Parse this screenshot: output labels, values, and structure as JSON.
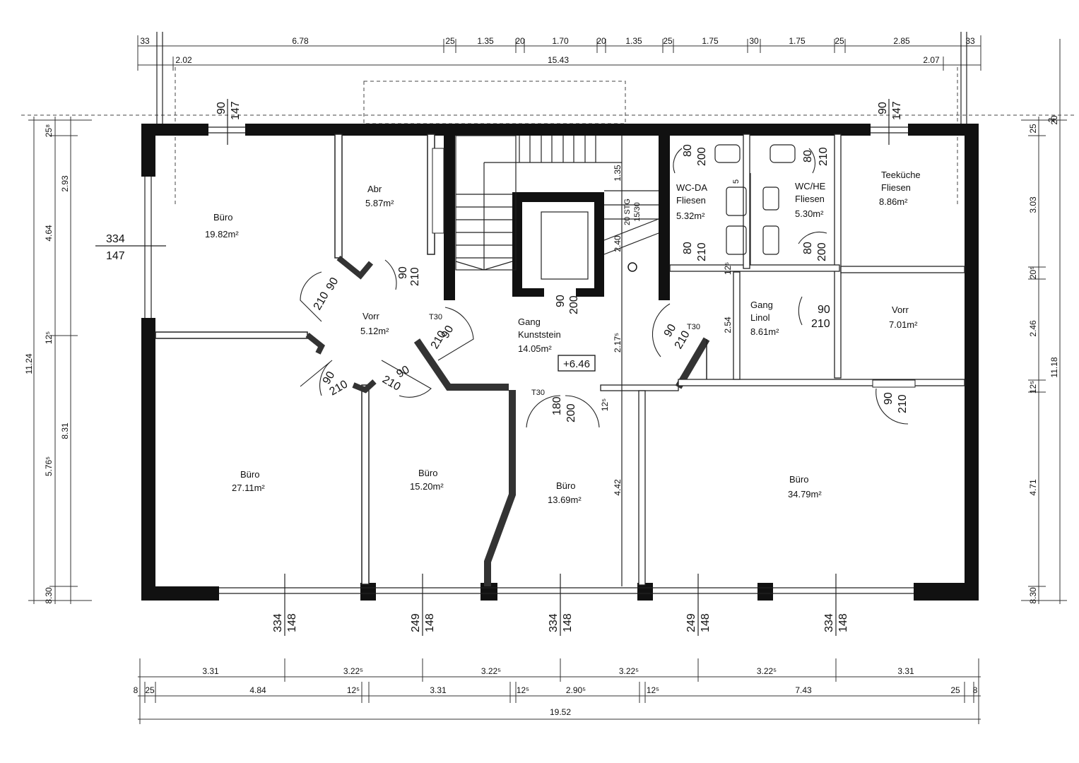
{
  "rooms": [
    {
      "id": "buero1",
      "name": "Büro",
      "area": "19.82m²"
    },
    {
      "id": "abr",
      "name": "Abr",
      "area": "5.87m²"
    },
    {
      "id": "vorr1",
      "name": "Vorr",
      "area": "5.12m²"
    },
    {
      "id": "gang1",
      "name": "Gang",
      "sub": "Kunststein",
      "area": "14.05m²"
    },
    {
      "id": "wcda",
      "name": "WC-DA",
      "sub": "Fliesen",
      "area": "5.32m²"
    },
    {
      "id": "wche",
      "name": "WC/HE",
      "sub": "Fliesen",
      "area": "5.30m²"
    },
    {
      "id": "teekueche",
      "name": "Teeküche",
      "sub": "Fliesen",
      "area": "8.86m²"
    },
    {
      "id": "gang2",
      "name": "Gang",
      "sub": "Linol",
      "area": "8.61m²"
    },
    {
      "id": "vorr2",
      "name": "Vorr",
      "area": "7.01m²"
    },
    {
      "id": "buero2",
      "name": "Büro",
      "area": "27.11m²"
    },
    {
      "id": "buero3",
      "name": "Büro",
      "area": "15.20m²"
    },
    {
      "id": "buero4",
      "name": "Büro",
      "area": "13.69m²"
    },
    {
      "id": "buero5",
      "name": "Büro",
      "area": "34.79m²"
    }
  ],
  "level": "+6.46",
  "stair": {
    "steps": "20 STG",
    "ratio": "15/30"
  },
  "fire_doors": [
    "T30",
    "T30",
    "T30"
  ],
  "top_dims_row1": [
    "33",
    "6.78",
    "25",
    "1.35",
    "20",
    "1.70",
    "20",
    "1.35",
    "25",
    "1.75",
    "30",
    "1.75",
    "25",
    "2.85",
    "33"
  ],
  "top_dims_row2": [
    "2.02",
    "15.43",
    "2.07"
  ],
  "bottom_dims_row1": [
    "3.31",
    "3.22⁵",
    "3.22⁵",
    "3.22⁵",
    "3.22⁵",
    "3.31"
  ],
  "bottom_dims_row2": [
    "8",
    "25",
    "4.84",
    "12⁵",
    "3.31",
    "12⁵",
    "2.90⁵",
    "12⁵",
    "7.43",
    "25",
    "8"
  ],
  "bottom_total": "19.52",
  "left_dims_outer": [
    "11.24"
  ],
  "left_dims_mid": [
    "4.64",
    "5.76⁵"
  ],
  "left_dims_inner": [
    "25⁸",
    "2.93",
    "12⁵",
    "8.31",
    "8.30"
  ],
  "right_dims_inner": [
    "25",
    "2",
    "3.03",
    "20⁵",
    "2.46",
    "12⁵",
    "4.71",
    "8.30"
  ],
  "right_dims_outer": [
    "11.18",
    "20"
  ],
  "window_labels": [
    {
      "w": "334",
      "h": "148"
    },
    {
      "w": "249",
      "h": "148"
    },
    {
      "w": "334",
      "h": "148"
    },
    {
      "w": "249",
      "h": "148"
    },
    {
      "w": "334",
      "h": "148"
    }
  ],
  "top_window_labels": [
    {
      "w": "90",
      "h": "147"
    },
    {
      "w": "90",
      "h": "147"
    }
  ],
  "left_window_label": {
    "w": "334",
    "h": "147"
  },
  "door_labels": [
    "90",
    "210",
    "90",
    "210",
    "90",
    "210",
    "90",
    "210",
    "90",
    "210",
    "90",
    "200",
    "80",
    "200",
    "80",
    "210",
    "5",
    "80",
    "210",
    "80",
    "200",
    "90",
    "210",
    "90",
    "210",
    "90",
    "210",
    "180",
    "200",
    "90",
    "210"
  ],
  "inner_dims": [
    "1.35",
    "2.40",
    "2.17⁵",
    "12⁵",
    "4.42",
    "2.54",
    "12⁵"
  ]
}
